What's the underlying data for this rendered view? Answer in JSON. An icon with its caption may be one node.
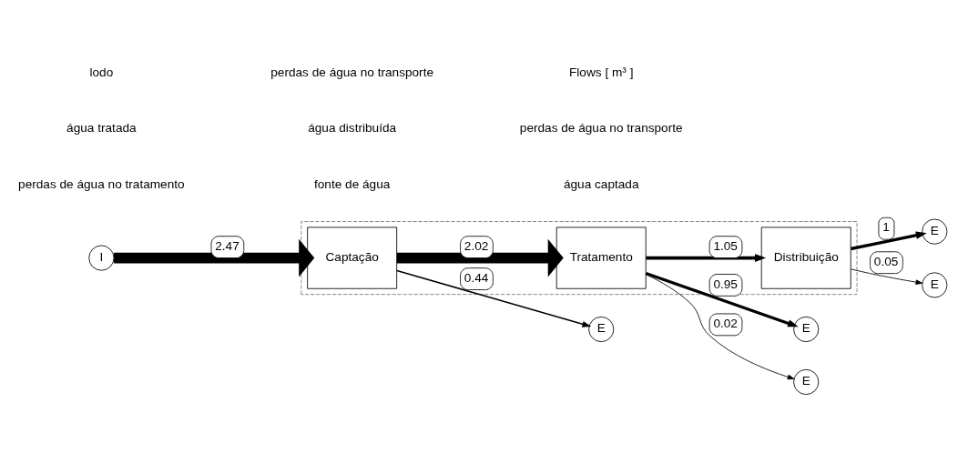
{
  "diagram": {
    "nodes": [
      {
        "text": [],
        "shape": "box"
      },
      {
        "text": [
          "I"
        ]
      },
      {
        "text": [
          "Captação"
        ],
        "in": 0
      },
      {
        "text": [
          "Tratamento"
        ],
        "in": 0
      },
      {
        "text": [
          "Distribuição"
        ],
        "in": 0
      },
      {
        "text": [
          "E"
        ]
      },
      {
        "text": [
          "E"
        ]
      },
      {
        "text": [
          "E"
        ]
      },
      {
        "text": [
          "E"
        ]
      },
      {
        "text": [
          "E"
        ]
      }
    ],
    "edges": [
      {
        "from": 1,
        "to": 2,
        "arrow": "to",
        "label": "2.47",
        "style": "thick"
      },
      {
        "from": 2,
        "to": 3,
        "arrow": "to",
        "label": "2.02",
        "style": "thick"
      },
      {
        "from": 3,
        "to": 5,
        "arrow": "to",
        "label": "0.95"
      },
      {
        "from": 3,
        "to": 4,
        "arrow": "to",
        "label": "1.05"
      },
      {
        "from": 4,
        "to": 6,
        "arrow": "to",
        "label": "1"
      },
      {
        "from": 2,
        "to": 7,
        "arrow": "to",
        "label": "0.44"
      },
      {
        "from": 3,
        "to": 8,
        "arrow": "to",
        "label": "0.02"
      },
      {
        "from": 4,
        "to": 9,
        "arrow": "to",
        "label": "0.05"
      }
    ],
    "labels": [
      "perdas de água no tratamento",
      "fonte de água",
      "água captada",
      "água tratada",
      "água distribuída",
      "perdas de água no transporte",
      "lodo",
      "perdas de água no transporte",
      "Flows [ m³ ]"
    ]
  }
}
